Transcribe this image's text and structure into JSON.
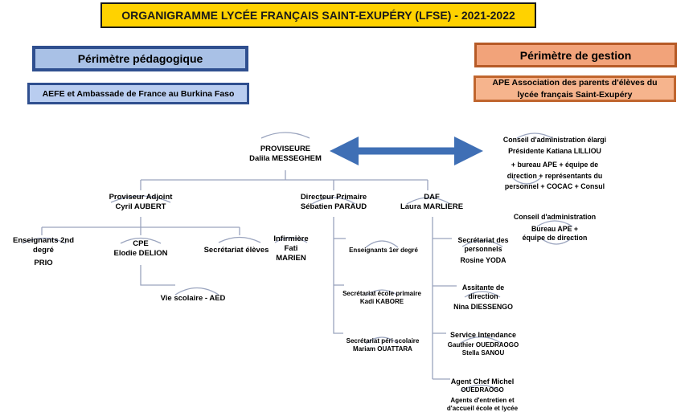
{
  "title": "ORGANIGRAMME LYCÉE FRANÇAIS SAINT-EXUPÉRY (LFSE) - 2021-2022",
  "perimetres": {
    "pedagogique": "Périmètre pédagogique",
    "gestion": "Périmètre de gestion",
    "aefe": "AEFE et Ambassade de France au Burkina Faso",
    "ape_line1": "APE Association des parents d'élèves du",
    "ape_line2": "lycée français Saint-Exupéry"
  },
  "nodes": {
    "proviseure": {
      "role": "PROVISEURE",
      "name": "Dalila MESSEGHEM"
    },
    "proviseur_adjoint": {
      "role": "Proviseur Adjoint",
      "name": "Cyril AUBERT"
    },
    "directeur_primaire": {
      "role": "Directeur Primaire",
      "name": "Sébatien PARAUD"
    },
    "daf": {
      "role": "DAF",
      "name": "Laura MARLIERE"
    },
    "enseignants_2nd": {
      "line1": "Enseignants 2nd",
      "line2": "degré",
      "name": "PRIO"
    },
    "cpe": {
      "role": "CPE",
      "name": "Elodie DELION"
    },
    "secretariat_eleves": {
      "role": "Secrétariat élèves"
    },
    "infirmiere": {
      "role": "Infirmière",
      "line2": "Fati",
      "name": "MARIEN"
    },
    "vie_scolaire": {
      "role": "Vie scolaire - AED"
    },
    "enseignants_1er": {
      "role": "Enseignants 1er degré"
    },
    "secretariat_primaire": {
      "role": "Secrétariat école primaire",
      "name": "Kadi KABORE"
    },
    "secretariat_peri": {
      "role": "Secrétariat péri scolaire",
      "name": "Mariam OUATTARA"
    },
    "secretariat_personnels": {
      "line1": "Secrétariat des",
      "line2": "personnels",
      "name": "Rosine YODA"
    },
    "assistante_direction": {
      "line1": "Assitante de",
      "line2": "direction",
      "name": "Nina DIESSENGO"
    },
    "service_intendance": {
      "role": "Service Intendance",
      "name1": "Gauthier OUEDRAOGO",
      "name2": "Stella SANOU"
    },
    "agent_chef": {
      "line1": "Agent Chef Michel",
      "line2": "OUEDRAOGO",
      "line3": "Agents d'entretien et",
      "line4": "d'accueil école et lycée"
    },
    "conseil_elargi": {
      "line1": "Conseil d'administration élargi",
      "line2": "Présidente Katiana LILLIOU",
      "line3": "+ bureau APE + équipe de",
      "line4": "direction + représentants du",
      "line5": "personnel + COCAC + Consul"
    },
    "conseil_admin": {
      "line1": "Conseil d'administration",
      "line2": "Bureau APE +",
      "line3": "équipe de direction"
    }
  },
  "colors": {
    "connector": "#9aa4be",
    "arrow": "#3f6fb5",
    "title_bg": "#ffd200",
    "peda_bg": "#a9c1e6",
    "gestion_bg": "#f2a37a"
  }
}
